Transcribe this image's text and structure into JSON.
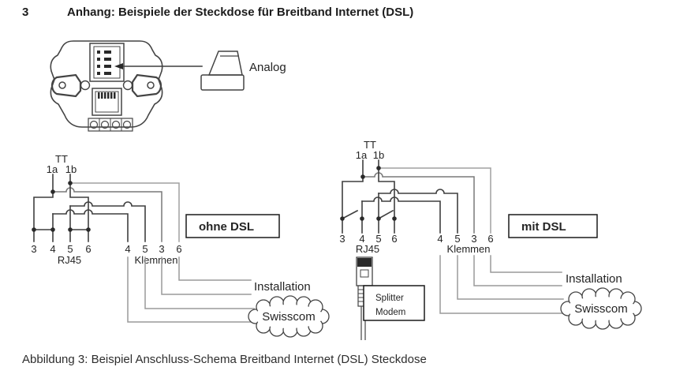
{
  "header": {
    "number": "3",
    "title": "Anhang: Beispiele der Steckdose für Breitband Internet (DSL)"
  },
  "caption": "Abbildung 3: Beispiel Anschluss-Schema Breitband Internet (DSL) Steckdose",
  "socket_figure": {
    "plug_label": "Analog"
  },
  "left": {
    "variant": "ohne DSL",
    "tt": "TT",
    "pair_a": "1a",
    "pair_b": "1b",
    "rj45_label": "RJ45",
    "rj45_pins": [
      "3",
      "4",
      "5",
      "6"
    ],
    "klemmen_label": "Klemmen",
    "klemmen_pins": [
      "4",
      "5",
      "3",
      "6"
    ],
    "installation": "Installation",
    "provider": "Swisscom"
  },
  "right": {
    "variant": "mit DSL",
    "tt": "TT",
    "pair_a": "1a",
    "pair_b": "1b",
    "rj45_label": "RJ45",
    "rj45_pins": [
      "3",
      "4",
      "5",
      "6"
    ],
    "klemmen_label": "Klemmen",
    "klemmen_pins": [
      "4",
      "5",
      "3",
      "6"
    ],
    "installation": "Installation",
    "provider": "Swisscom",
    "splitter_line1": "Splitter",
    "splitter_line2": "Modem"
  },
  "colors": {
    "wire_dark": "#3f3f3f",
    "wire_gray": "#9a9a9a",
    "text": "#1f1f1f"
  }
}
